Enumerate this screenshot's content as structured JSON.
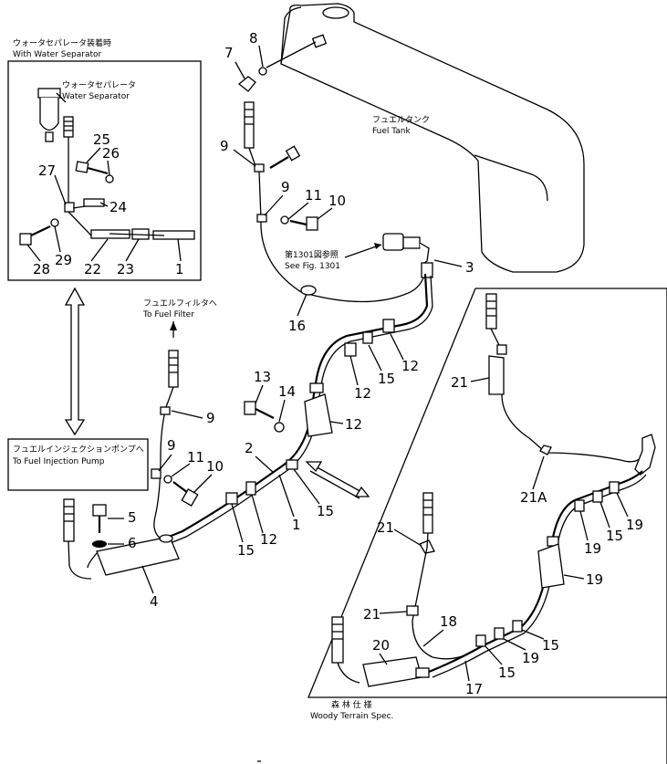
{
  "callouts": {
    "water_sep_jp": "ウォータセパレータ装着時",
    "water_sep_en": "With Water Separator",
    "water_sep_part_jp": "ウォータセパレータ",
    "water_sep_part_en": "Water Separator",
    "fuel_tank_jp": "フュエルタンク",
    "fuel_tank_en": "Fuel Tank",
    "see_fig_jp": "第1301図参照",
    "see_fig_en": "See Fig. 1301",
    "fuel_filter_jp": "フュエルフィルタへ",
    "fuel_filter_en": "To Fuel Filter",
    "injection_pump_jp": "フュエルインジェクションポンプへ",
    "injection_pump_en": "To Fuel Injection Pump",
    "woody_jp": "森 林 仕 様",
    "woody_en": "Woody Terrain Spec."
  },
  "part_numbers": {
    "p1": "1",
    "p2": "2",
    "p3": "3",
    "p4": "4",
    "p5": "5",
    "p6": "6",
    "p7": "7",
    "p8": "8",
    "p9": "9",
    "p10": "10",
    "p11": "11",
    "p12": "12",
    "p13": "13",
    "p14": "14",
    "p15": "15",
    "p16": "16",
    "p17": "17",
    "p18": "18",
    "p19": "19",
    "p20": "20",
    "p21": "21",
    "p21a": "21A",
    "p22": "22",
    "p23": "23",
    "p24": "24",
    "p25": "25",
    "p26": "26",
    "p27": "27",
    "p28": "28",
    "p29": "29"
  }
}
